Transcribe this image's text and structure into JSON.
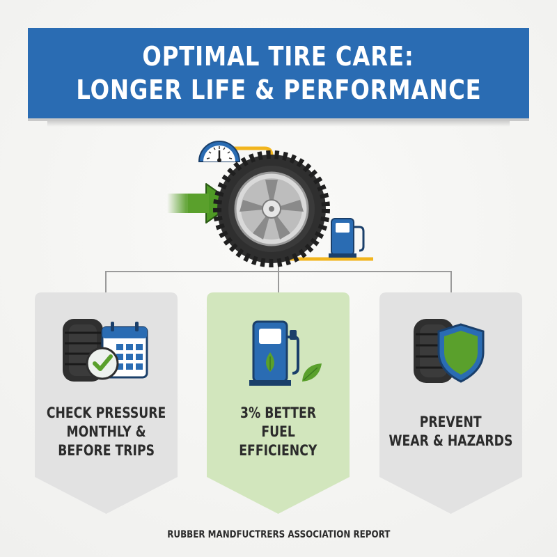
{
  "banner": {
    "line1": "OPTIMAL TIRE CARE:",
    "line2": "LONGER LIFE & PERFORMANCE"
  },
  "colors": {
    "banner_blue": "#2a6cb3",
    "arrow_green": "#5aa02c",
    "accent_yellow": "#f2b51d",
    "card_gray": "#e2e2e2",
    "card_green": "#d2e6bd",
    "tire_dark": "#2f2f2f"
  },
  "hero": {
    "icons": [
      "green-arrow-icon",
      "gauge-icon",
      "tire-icon",
      "fuel-pump-icon"
    ]
  },
  "cards": [
    {
      "icon": "tire-calendar-check-icon",
      "lines": [
        "CHECK PRESSURE",
        "MONTHLY &",
        "BEFORE TRIPS"
      ]
    },
    {
      "icon": "fuel-pump-leaf-icon",
      "lines": [
        "3% BETTER",
        "FUEL",
        "EFFICIENCY"
      ]
    },
    {
      "icon": "tire-shield-icon",
      "lines": [
        "PREVENT",
        "WEAR & HAZARDS"
      ]
    }
  ],
  "footer": "RUBBER MANDFUCTRERS ASSOCIATION REPORT"
}
